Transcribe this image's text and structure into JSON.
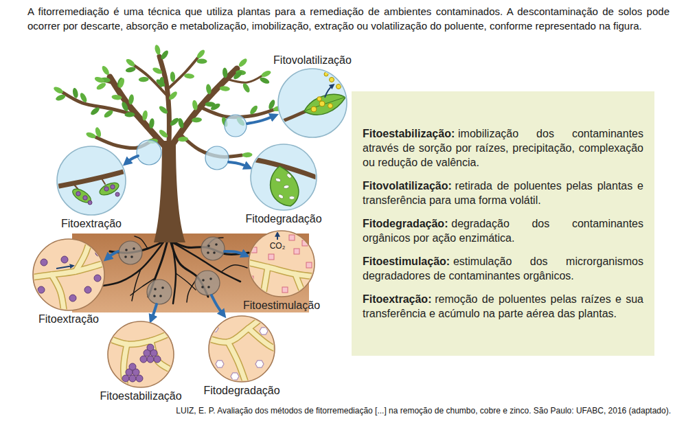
{
  "diagram": {
    "caption": "LUIZ, E. P. Avaliação dos métodos de fitorremediação [...] na remoção de chumbo, cobre e zinco. São Paulo: UFABC, 2016 (adaptado).",
    "nodes": [
      {
        "text": [
          "Fitovolatilização"
        ]
      },
      {
        "text": [
          "Fitoextração"
        ]
      },
      {
        "text": [
          "Fitodegradação"
        ]
      },
      {
        "text": [
          "Fitoextração"
        ]
      },
      {
        "text": [
          "Fitoestimulação"
        ]
      },
      {
        "text": [
          "Fitoestabilização"
        ]
      },
      {
        "text": [
          "Fitodegradação"
        ]
      },
      {
        "text": [
          "Fitoestabilização:",
          "imobilização dos contaminantes através de sorção por raízes, precipitação, complexação ou redução de valência.",
          "Fitovolatilização:",
          "retirada de poluentes pelas plantas e transferência para uma forma volátil.",
          "Fitodegradação:",
          "degradação dos contaminantes orgânicos por ação enzimática.",
          "Fitoestimulação:",
          "estimulação dos microrganismos degradadores de contaminantes orgânicos.",
          "Fitoextração:",
          "remoção de poluentes pelas raízes e sua transferência e acúmulo na parte aérea das plantas."
        ]
      }
    ],
    "labels": [
      "A fitorremediação é uma técnica que utiliza plantas para a remediação de ambientes contaminados. A descontaminação de solos pode ocorrer por descarte, absorção e metabolização, imobilização, extração ou volatilização do poluente, conforme representado na figura.",
      "CO₂"
    ]
  }
}
